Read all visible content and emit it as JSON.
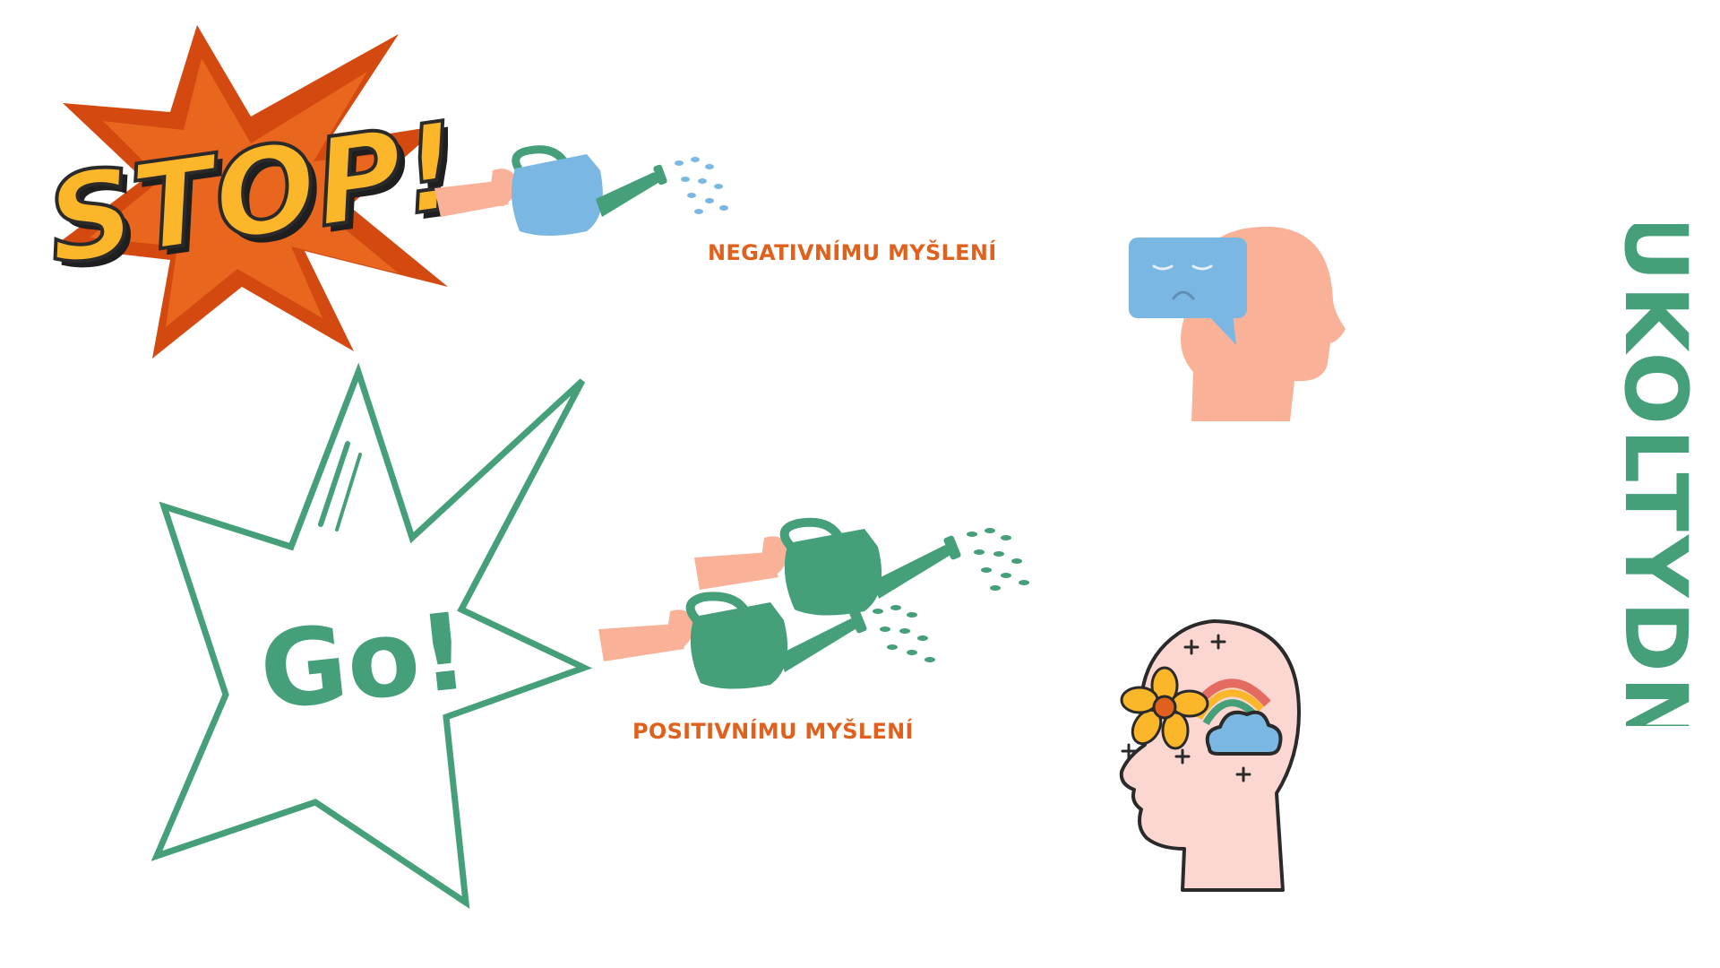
{
  "stop": {
    "text": "STOP!"
  },
  "go": {
    "text": "Go!"
  },
  "captions": {
    "negative": "NEGATIVNÍMU MYŠLENÍ",
    "positive": "POSITIVNÍMU MYŠLENÍ"
  },
  "hashtag": "#UKOLTYDNE",
  "icons": {
    "stop": "explosion-burst-icon",
    "go": "star-burst-outline-icon",
    "watering_can": "watering-can-icon",
    "sad_head": "head-sad-thought-icon",
    "happy_head": "head-happy-mind-icon"
  },
  "colors": {
    "orange": "#e0611e",
    "burst_dark": "#d3490f",
    "burst_light": "#e9661f",
    "stop_yellow": "#fbb62a",
    "green": "#45a07a",
    "blue": "#7ab7e2",
    "skin": "#f9b298"
  }
}
